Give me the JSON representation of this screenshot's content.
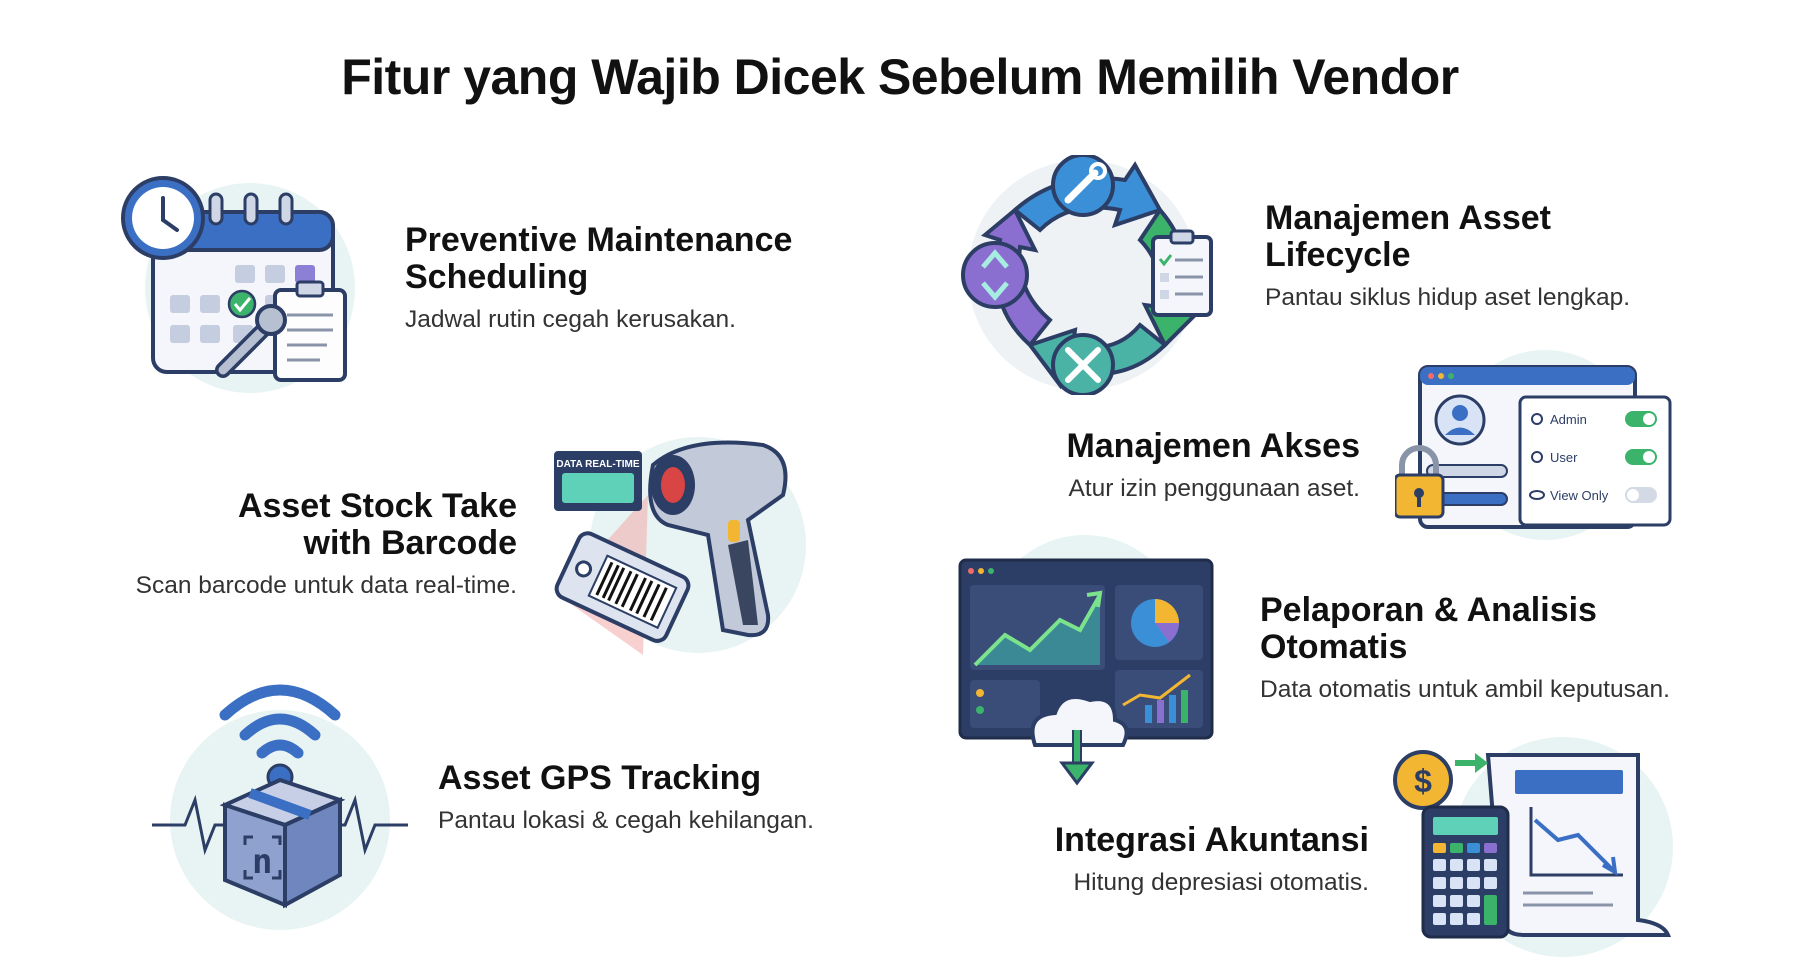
{
  "title": "Fitur yang Wajib Dicek Sebelum Memilih Vendor",
  "features": [
    {
      "title_line1": "Preventive Maintenance",
      "title_line2": "Scheduling",
      "desc": "Jadwal rutin cegah kerusakan."
    },
    {
      "title_line1": "Asset Stock Take",
      "title_line2": "with Barcode",
      "desc": "Scan barcode untuk data real-time."
    },
    {
      "title_line1": "Asset GPS Tracking",
      "title_line2": "",
      "desc": "Pantau lokasi & cegah kehilangan."
    },
    {
      "title_line1": "Manajemen Asset",
      "title_line2": "Lifecycle",
      "desc": "Pantau siklus hidup aset lengkap."
    },
    {
      "title_line1": "Manajemen Akses",
      "title_line2": "",
      "desc": "Atur izin penggunaan aset."
    },
    {
      "title_line1": "Pelaporan & Analisis",
      "title_line2": "Otomatis",
      "desc": "Data otomatis untuk ambil keputusan."
    },
    {
      "title_line1": "Integrasi Akuntansi",
      "title_line2": "",
      "desc": "Hitung depresiasi otomatis."
    }
  ],
  "illustrations": {
    "scanner_tag": "DATA REAL-TIME",
    "access_roles": [
      "Admin",
      "User",
      "View Only"
    ]
  },
  "colors": {
    "blue": "#3b6fc4",
    "navy": "#2c3e66",
    "green": "#3bb36b",
    "purple": "#7a5cc4",
    "teal": "#4bb3a6",
    "yellow": "#f2b632",
    "circle_bg": "#e8f4f3"
  }
}
